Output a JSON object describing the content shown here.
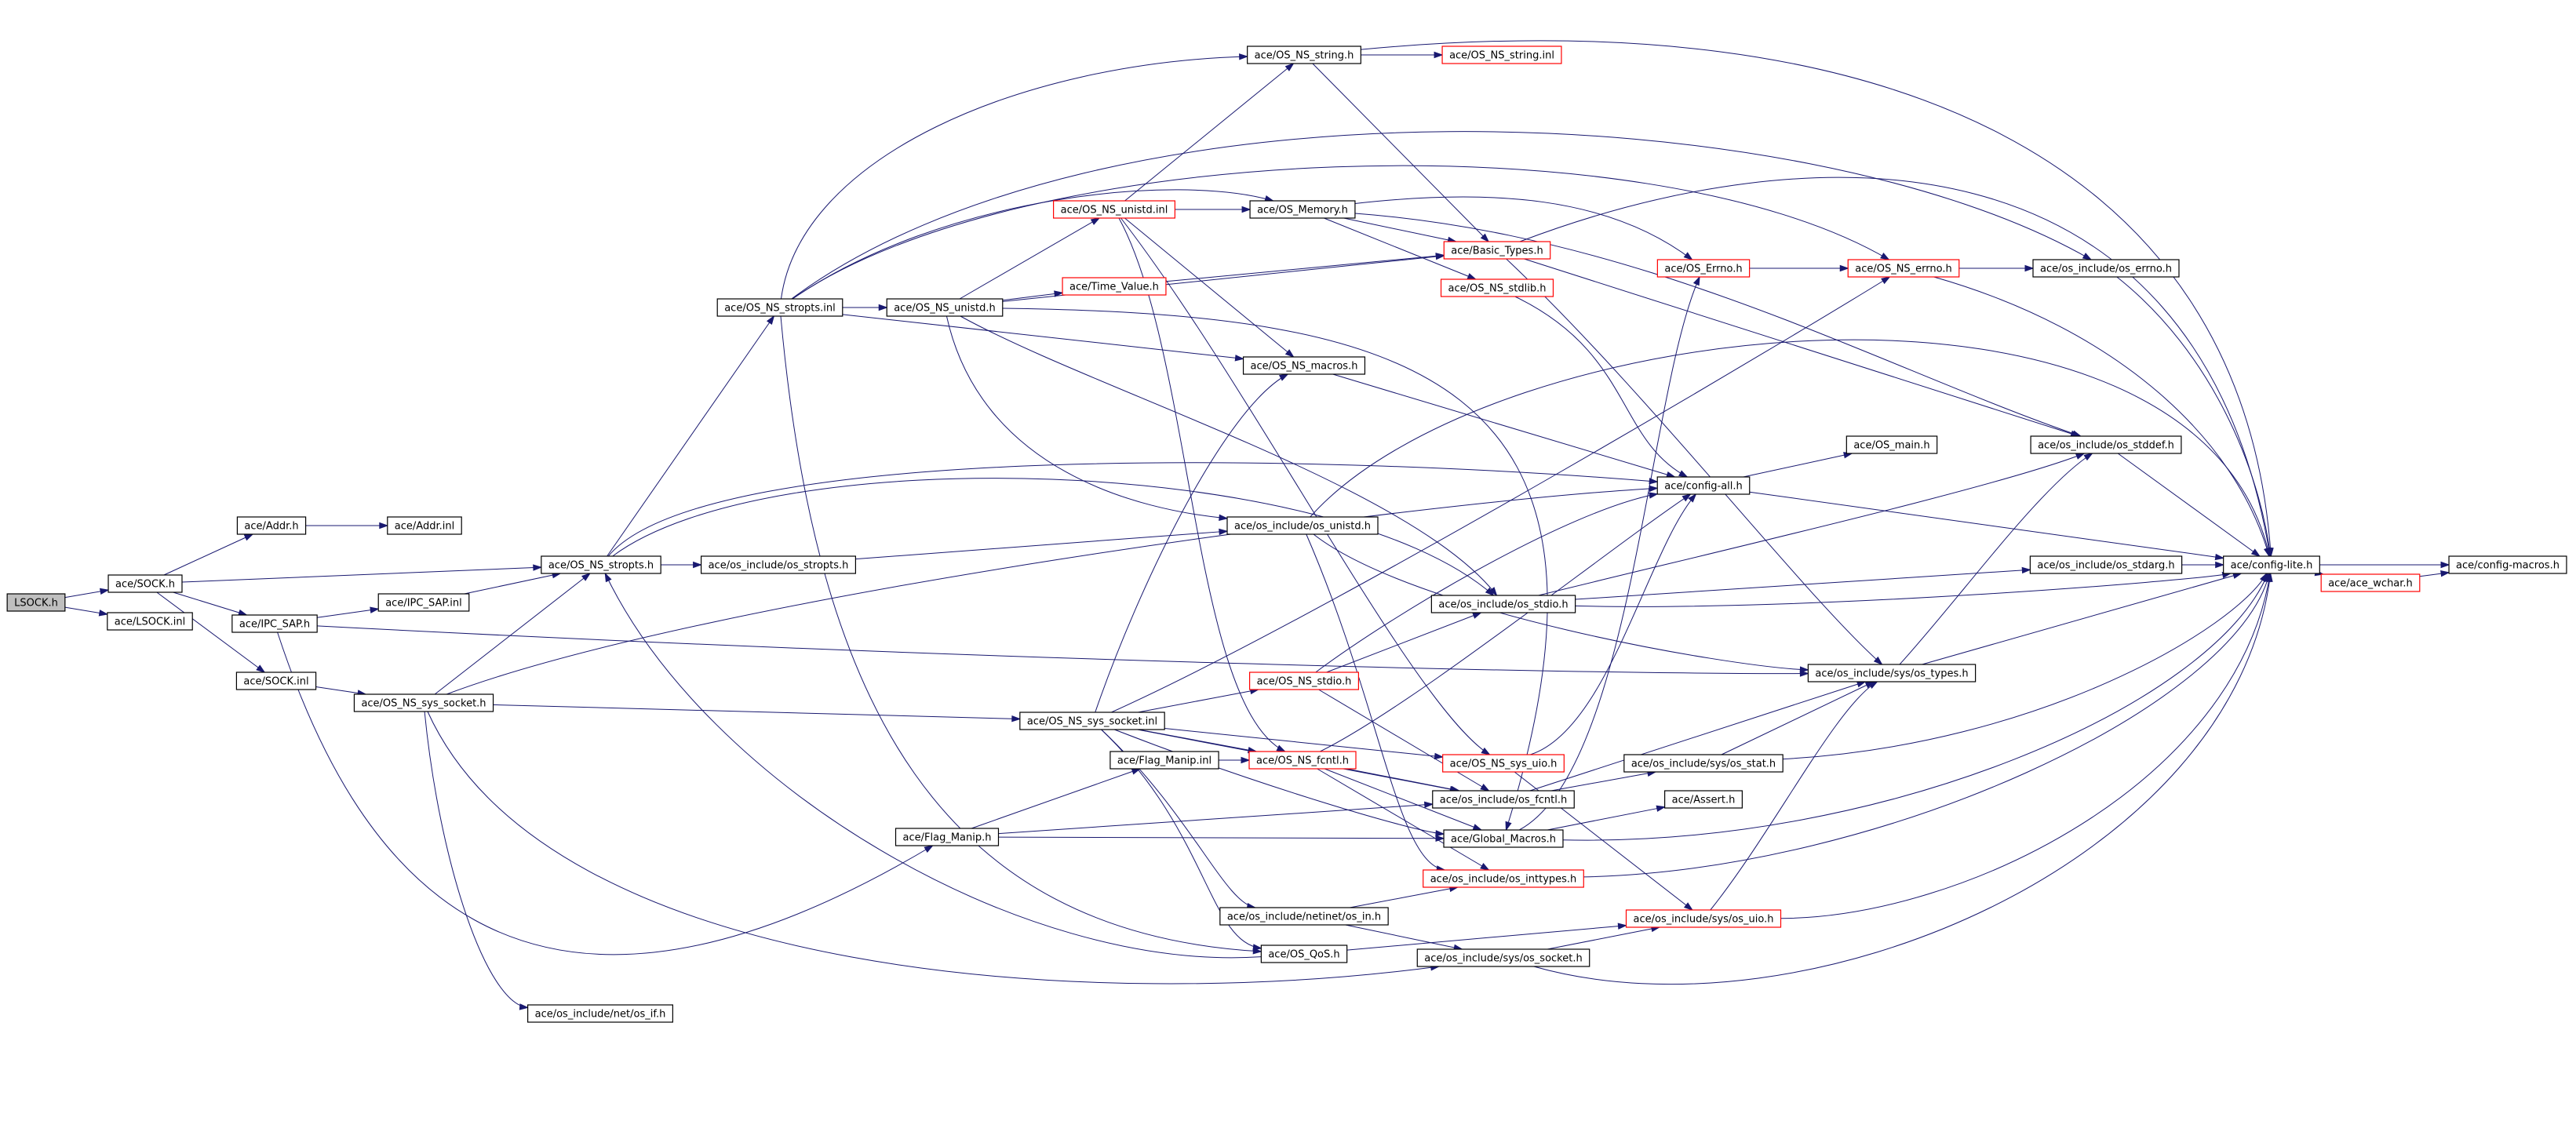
{
  "colors": {
    "edge": "#191970",
    "node_border_black": "#000000",
    "node_border_red": "#ff0000",
    "root_fill": "#bfbfbf",
    "node_fill": "#ffffff"
  },
  "nodes": [
    {
      "id": "n_lsock_h",
      "label": "LSOCK.h",
      "style": "root"
    },
    {
      "id": "n_sock_h",
      "label": "ace/SOCK.h",
      "style": "black"
    },
    {
      "id": "n_lsock_inl",
      "label": "ace/LSOCK.inl",
      "style": "black"
    },
    {
      "id": "n_addr_h",
      "label": "ace/Addr.h",
      "style": "black"
    },
    {
      "id": "n_addr_inl",
      "label": "ace/Addr.inl",
      "style": "black"
    },
    {
      "id": "n_ipc_sap_h",
      "label": "ace/IPC_SAP.h",
      "style": "black"
    },
    {
      "id": "n_ipc_sap_inl",
      "label": "ace/IPC_SAP.inl",
      "style": "black"
    },
    {
      "id": "n_sock_inl",
      "label": "ace/SOCK.inl",
      "style": "black"
    },
    {
      "id": "n_os_ns_sys_socket_h",
      "label": "ace/OS_NS_sys_socket.h",
      "style": "black"
    },
    {
      "id": "n_os_ns_stropts_h",
      "label": "ace/OS_NS_stropts.h",
      "style": "black"
    },
    {
      "id": "n_os_ns_stropts_inl",
      "label": "ace/OS_NS_stropts.inl",
      "style": "black"
    },
    {
      "id": "n_os_include_os_stropts_h",
      "label": "ace/os_include/os_stropts.h",
      "style": "black"
    },
    {
      "id": "n_os_include_net_os_if_h",
      "label": "ace/os_include/net/os_if.h",
      "style": "black"
    },
    {
      "id": "n_os_ns_unistd_h",
      "label": "ace/OS_NS_unistd.h",
      "style": "black"
    },
    {
      "id": "n_os_ns_string_h",
      "label": "ace/OS_NS_string.h",
      "style": "black"
    },
    {
      "id": "n_os_ns_string_inl",
      "label": "ace/OS_NS_string.inl",
      "style": "red"
    },
    {
      "id": "n_os_ns_unistd_inl",
      "label": "ace/OS_NS_unistd.inl",
      "style": "red"
    },
    {
      "id": "n_os_memory_h",
      "label": "ace/OS_Memory.h",
      "style": "black"
    },
    {
      "id": "n_time_value_h",
      "label": "ace/Time_Value.h",
      "style": "red"
    },
    {
      "id": "n_basic_types_h",
      "label": "ace/Basic_Types.h",
      "style": "red"
    },
    {
      "id": "n_os_ns_stdlib_h",
      "label": "ace/OS_NS_stdlib.h",
      "style": "red"
    },
    {
      "id": "n_os_ns_macros_h",
      "label": "ace/OS_NS_macros.h",
      "style": "black"
    },
    {
      "id": "n_os_errno_h",
      "label": "ace/OS_Errno.h",
      "style": "red"
    },
    {
      "id": "n_os_ns_errno_h",
      "label": "ace/OS_NS_errno.h",
      "style": "red"
    },
    {
      "id": "n_os_include_os_errno_h",
      "label": "ace/os_include/os_errno.h",
      "style": "black"
    },
    {
      "id": "n_os_include_os_stddef_h",
      "label": "ace/os_include/os_stddef.h",
      "style": "black"
    },
    {
      "id": "n_config_all_h",
      "label": "ace/config-all.h",
      "style": "black"
    },
    {
      "id": "n_os_main_h",
      "label": "ace/OS_main.h",
      "style": "black"
    },
    {
      "id": "n_os_include_os_unistd_h",
      "label": "ace/os_include/os_unistd.h",
      "style": "black"
    },
    {
      "id": "n_os_include_os_stdio_h",
      "label": "ace/os_include/os_stdio.h",
      "style": "black"
    },
    {
      "id": "n_os_include_os_stdarg_h",
      "label": "ace/os_include/os_stdarg.h",
      "style": "black"
    },
    {
      "id": "n_config_lite_h",
      "label": "ace/config-lite.h",
      "style": "black"
    },
    {
      "id": "n_ace_wchar_h",
      "label": "ace/ace_wchar.h",
      "style": "red"
    },
    {
      "id": "n_config_macros_h",
      "label": "ace/config-macros.h",
      "style": "black"
    },
    {
      "id": "n_os_include_sys_os_types_h",
      "label": "ace/os_include/sys/os_types.h",
      "style": "black"
    },
    {
      "id": "n_os_ns_stdio_h",
      "label": "ace/OS_NS_stdio.h",
      "style": "red"
    },
    {
      "id": "n_os_ns_sys_socket_inl",
      "label": "ace/OS_NS_sys_socket.inl",
      "style": "black"
    },
    {
      "id": "n_flag_manip_inl",
      "label": "ace/Flag_Manip.inl",
      "style": "black"
    },
    {
      "id": "n_os_ns_fcntl_h",
      "label": "ace/OS_NS_fcntl.h",
      "style": "red"
    },
    {
      "id": "n_os_ns_sys_uio_h",
      "label": "ace/OS_NS_sys_uio.h",
      "style": "red"
    },
    {
      "id": "n_os_include_sys_os_stat_h",
      "label": "ace/os_include/sys/os_stat.h",
      "style": "black"
    },
    {
      "id": "n_os_include_os_fcntl_h",
      "label": "ace/os_include/os_fcntl.h",
      "style": "black"
    },
    {
      "id": "n_assert_h",
      "label": "ace/Assert.h",
      "style": "black"
    },
    {
      "id": "n_flag_manip_h",
      "label": "ace/Flag_Manip.h",
      "style": "black"
    },
    {
      "id": "n_global_macros_h",
      "label": "ace/Global_Macros.h",
      "style": "black"
    },
    {
      "id": "n_os_include_os_inttypes_h",
      "label": "ace/os_include/os_inttypes.h",
      "style": "red"
    },
    {
      "id": "n_os_include_netinet_os_in_h",
      "label": "ace/os_include/netinet/os_in.h",
      "style": "black"
    },
    {
      "id": "n_os_include_sys_os_uio_h",
      "label": "ace/os_include/sys/os_uio.h",
      "style": "red"
    },
    {
      "id": "n_os_qos_h",
      "label": "ace/OS_QoS.h",
      "style": "black"
    },
    {
      "id": "n_os_include_sys_os_socket_h",
      "label": "ace/os_include/sys/os_socket.h",
      "style": "black"
    }
  ],
  "edges": [
    [
      "n_lsock_h",
      "n_sock_h"
    ],
    [
      "n_lsock_h",
      "n_lsock_inl"
    ],
    [
      "n_sock_h",
      "n_addr_h"
    ],
    [
      "n_addr_h",
      "n_addr_inl"
    ],
    [
      "n_sock_h",
      "n_ipc_sap_h"
    ],
    [
      "n_sock_h",
      "n_sock_inl"
    ],
    [
      "n_sock_h",
      "n_os_ns_stropts_h"
    ],
    [
      "n_ipc_sap_h",
      "n_ipc_sap_inl"
    ],
    [
      "n_ipc_sap_inl",
      "n_os_ns_stropts_h"
    ],
    [
      "n_ipc_sap_h",
      "n_flag_manip_h"
    ],
    [
      "n_ipc_sap_h",
      "n_os_include_sys_os_types_h"
    ],
    [
      "n_sock_inl",
      "n_os_ns_sys_socket_h"
    ],
    [
      "n_os_ns_sys_socket_h",
      "n_os_ns_stropts_h"
    ],
    [
      "n_os_ns_sys_socket_h",
      "n_os_include_net_os_if_h"
    ],
    [
      "n_os_ns_sys_socket_h",
      "n_os_ns_sys_socket_inl"
    ],
    [
      "n_os_ns_sys_socket_h",
      "n_os_include_sys_os_socket_h"
    ],
    [
      "n_os_ns_sys_socket_h",
      "n_config_all_h"
    ],
    [
      "n_os_ns_stropts_h",
      "n_os_ns_stropts_inl"
    ],
    [
      "n_os_ns_stropts_h",
      "n_os_include_os_stropts_h"
    ],
    [
      "n_os_ns_stropts_h",
      "n_config_all_h"
    ],
    [
      "n_os_ns_stropts_h",
      "n_os_include_os_stdio_h"
    ],
    [
      "n_os_include_os_stropts_h",
      "n_os_include_os_unistd_h"
    ],
    [
      "n_os_ns_stropts_inl",
      "n_os_ns_unistd_h"
    ],
    [
      "n_os_ns_stropts_inl",
      "n_os_ns_string_h"
    ],
    [
      "n_os_ns_stropts_inl",
      "n_os_ns_macros_h"
    ],
    [
      "n_os_ns_stropts_inl",
      "n_os_memory_h"
    ],
    [
      "n_os_ns_stropts_inl",
      "n_os_ns_errno_h"
    ],
    [
      "n_os_ns_stropts_inl",
      "n_os_include_os_errno_h"
    ],
    [
      "n_os_ns_stropts_inl",
      "n_os_qos_h"
    ],
    [
      "n_os_ns_unistd_h",
      "n_os_ns_unistd_inl"
    ],
    [
      "n_os_ns_unistd_h",
      "n_time_value_h"
    ],
    [
      "n_os_ns_unistd_h",
      "n_basic_types_h"
    ],
    [
      "n_os_ns_unistd_h",
      "n_os_include_os_unistd_h"
    ],
    [
      "n_os_ns_unistd_h",
      "n_os_include_os_stdio_h"
    ],
    [
      "n_os_ns_unistd_h",
      "n_global_macros_h"
    ],
    [
      "n_os_ns_string_h",
      "n_os_ns_string_inl"
    ],
    [
      "n_os_ns_string_h",
      "n_basic_types_h"
    ],
    [
      "n_os_ns_string_h",
      "n_config_lite_h"
    ],
    [
      "n_os_ns_unistd_inl",
      "n_os_ns_string_h"
    ],
    [
      "n_os_ns_unistd_inl",
      "n_os_memory_h"
    ],
    [
      "n_os_ns_unistd_inl",
      "n_os_ns_macros_h"
    ],
    [
      "n_os_ns_unistd_inl",
      "n_os_ns_fcntl_h"
    ],
    [
      "n_os_ns_unistd_inl",
      "n_os_ns_sys_uio_h"
    ],
    [
      "n_os_memory_h",
      "n_basic_types_h"
    ],
    [
      "n_os_memory_h",
      "n_os_ns_stdlib_h"
    ],
    [
      "n_os_memory_h",
      "n_os_errno_h"
    ],
    [
      "n_os_memory_h",
      "n_os_include_os_stddef_h"
    ],
    [
      "n_time_value_h",
      "n_basic_types_h"
    ],
    [
      "n_basic_types_h",
      "n_config_lite_h"
    ],
    [
      "n_basic_types_h",
      "n_os_include_os_stddef_h"
    ],
    [
      "n_basic_types_h",
      "n_os_include_sys_os_types_h"
    ],
    [
      "n_os_ns_stdlib_h",
      "n_config_all_h"
    ],
    [
      "n_os_ns_macros_h",
      "n_config_all_h"
    ],
    [
      "n_os_errno_h",
      "n_os_ns_errno_h"
    ],
    [
      "n_os_ns_errno_h",
      "n_os_include_os_errno_h"
    ],
    [
      "n_os_ns_errno_h",
      "n_config_lite_h"
    ],
    [
      "n_os_include_os_errno_h",
      "n_config_lite_h"
    ],
    [
      "n_os_include_os_stddef_h",
      "n_config_lite_h"
    ],
    [
      "n_config_all_h",
      "n_os_main_h"
    ],
    [
      "n_config_all_h",
      "n_config_lite_h"
    ],
    [
      "n_os_include_os_unistd_h",
      "n_os_include_sys_os_types_h"
    ],
    [
      "n_os_include_os_unistd_h",
      "n_os_include_os_inttypes_h"
    ],
    [
      "n_os_include_os_unistd_h",
      "n_config_lite_h"
    ],
    [
      "n_os_include_os_stdio_h",
      "n_os_include_os_stdarg_h"
    ],
    [
      "n_os_include_os_stdio_h",
      "n_config_lite_h"
    ],
    [
      "n_os_include_os_stdio_h",
      "n_os_include_os_stddef_h"
    ],
    [
      "n_os_include_os_stdarg_h",
      "n_config_lite_h"
    ],
    [
      "n_config_lite_h",
      "n_ace_wchar_h"
    ],
    [
      "n_config_lite_h",
      "n_config_macros_h"
    ],
    [
      "n_ace_wchar_h",
      "n_config_macros_h"
    ],
    [
      "n_os_include_sys_os_types_h",
      "n_config_lite_h"
    ],
    [
      "n_os_include_sys_os_types_h",
      "n_os_include_os_stddef_h"
    ],
    [
      "n_os_ns_stdio_h",
      "n_os_include_os_stdio_h"
    ],
    [
      "n_os_ns_stdio_h",
      "n_config_all_h"
    ],
    [
      "n_os_ns_stdio_h",
      "n_os_include_os_fcntl_h"
    ],
    [
      "n_os_ns_sys_socket_inl",
      "n_os_ns_macros_h"
    ],
    [
      "n_os_ns_sys_socket_inl",
      "n_os_ns_errno_h"
    ],
    [
      "n_os_ns_sys_socket_inl",
      "n_os_ns_stdio_h"
    ],
    [
      "n_os_ns_sys_socket_inl",
      "n_os_ns_fcntl_h"
    ],
    [
      "n_os_ns_sys_socket_inl",
      "n_os_ns_sys_uio_h"
    ],
    [
      "n_os_ns_sys_socket_inl",
      "n_os_include_os_fcntl_h"
    ],
    [
      "n_os_ns_sys_socket_inl",
      "n_global_macros_h"
    ],
    [
      "n_os_ns_sys_socket_inl",
      "n_os_include_netinet_os_in_h"
    ],
    [
      "n_os_ns_sys_socket_inl",
      "n_os_qos_h"
    ],
    [
      "n_flag_manip_h",
      "n_flag_manip_inl"
    ],
    [
      "n_flag_manip_h",
      "n_global_macros_h"
    ],
    [
      "n_flag_manip_h",
      "n_os_include_os_fcntl_h"
    ],
    [
      "n_flag_manip_inl",
      "n_os_ns_fcntl_h"
    ],
    [
      "n_os_ns_fcntl_h",
      "n_os_include_os_fcntl_h"
    ],
    [
      "n_os_ns_fcntl_h",
      "n_global_macros_h"
    ],
    [
      "n_os_ns_fcntl_h",
      "n_config_all_h"
    ],
    [
      "n_os_ns_fcntl_h",
      "n_os_include_os_inttypes_h"
    ],
    [
      "n_os_ns_sys_uio_h",
      "n_os_include_sys_os_uio_h"
    ],
    [
      "n_os_ns_sys_uio_h",
      "n_config_all_h"
    ],
    [
      "n_os_include_os_fcntl_h",
      "n_os_include_sys_os_stat_h"
    ],
    [
      "n_os_include_os_fcntl_h",
      "n_os_include_sys_os_types_h"
    ],
    [
      "n_os_include_sys_os_stat_h",
      "n_os_include_sys_os_types_h"
    ],
    [
      "n_os_include_sys_os_stat_h",
      "n_config_lite_h"
    ],
    [
      "n_global_macros_h",
      "n_assert_h"
    ],
    [
      "n_global_macros_h",
      "n_config_lite_h"
    ],
    [
      "n_global_macros_h",
      "n_os_errno_h"
    ],
    [
      "n_os_include_os_inttypes_h",
      "n_config_lite_h"
    ],
    [
      "n_os_include_netinet_os_in_h",
      "n_os_include_sys_os_socket_h"
    ],
    [
      "n_os_include_netinet_os_in_h",
      "n_os_include_os_inttypes_h"
    ],
    [
      "n_os_include_sys_os_uio_h",
      "n_os_include_sys_os_types_h"
    ],
    [
      "n_os_include_sys_os_uio_h",
      "n_config_lite_h"
    ],
    [
      "n_os_qos_h",
      "n_os_ns_stropts_h"
    ],
    [
      "n_os_qos_h",
      "n_os_include_sys_os_uio_h"
    ],
    [
      "n_os_include_sys_os_socket_h",
      "n_os_include_sys_os_uio_h"
    ],
    [
      "n_os_include_sys_os_socket_h",
      "n_config_lite_h"
    ]
  ]
}
